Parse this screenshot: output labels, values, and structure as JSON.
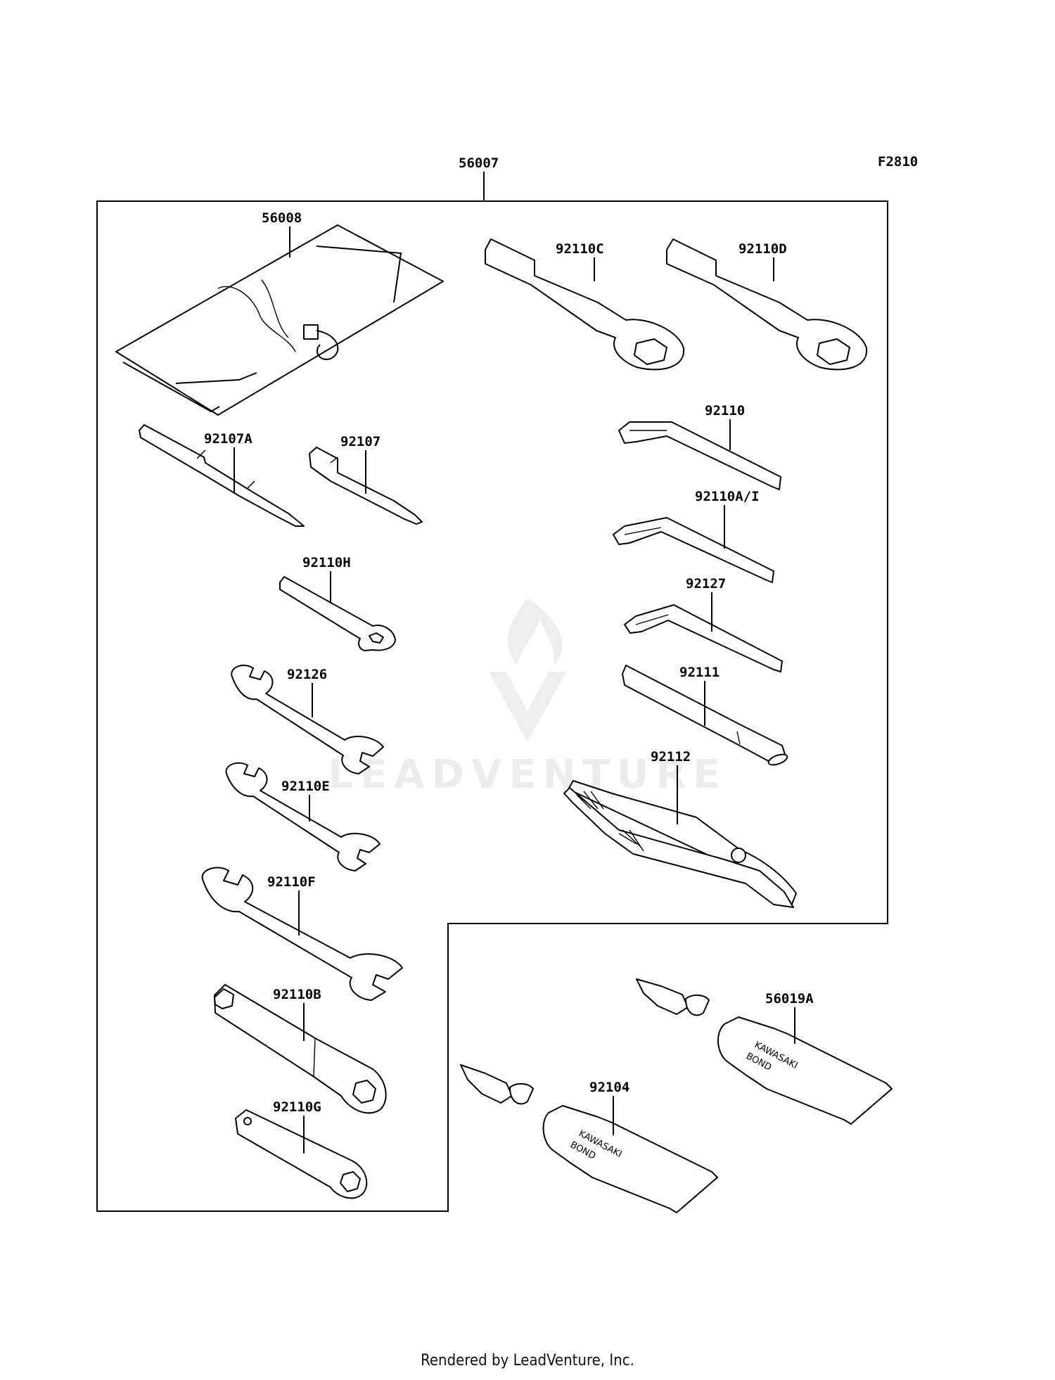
{
  "diagram": {
    "figure_code": "F2810",
    "kit_label": "56007",
    "part_labels": {
      "p56008": "56008",
      "p92110C": "92110C",
      "p92110D": "92110D",
      "p92107A": "92107A",
      "p92107": "92107",
      "p92110": "92110",
      "p92110AI": "92110A/I",
      "p92110H": "92110H",
      "p92127": "92127",
      "p92126": "92126",
      "p92111": "92111",
      "p92112": "92112",
      "p92110E": "92110E",
      "p92110F": "92110F",
      "p92110B": "92110B",
      "p92110G": "92110G",
      "p56019A": "56019A",
      "p92104": "92104"
    },
    "tube_text_line1": "KAWASAKI",
    "tube_text_line2": "BOND",
    "watermark": "LEADVENTURE"
  },
  "footer": {
    "rendered_by": "Rendered by LeadVenture, Inc."
  }
}
